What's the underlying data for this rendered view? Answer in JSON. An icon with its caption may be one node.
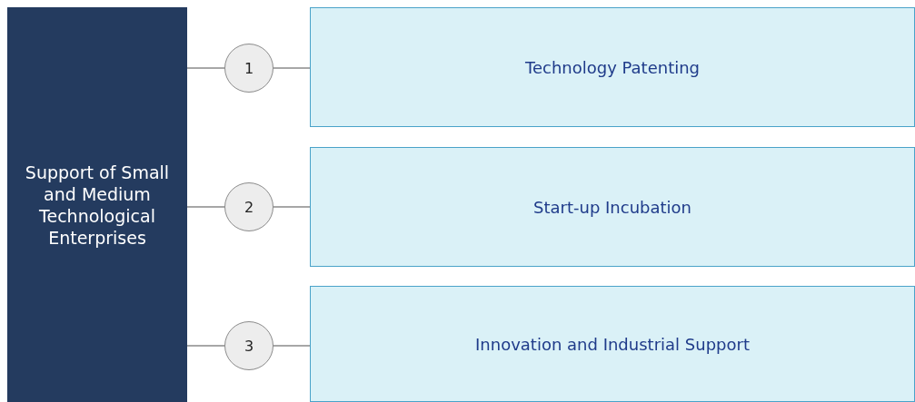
{
  "diagram": {
    "nodes": [
      {
        "text": [
          "Support of Small and Medium Technological Enterprises"
        ]
      },
      {
        "text": [
          "1"
        ]
      },
      {
        "text": [
          "Technology Patenting"
        ]
      },
      {
        "text": [
          "2"
        ]
      },
      {
        "text": [
          "Start-up Incubation"
        ]
      },
      {
        "text": [
          "3"
        ]
      },
      {
        "text": [
          "Innovation and Industrial Support"
        ]
      }
    ],
    "edges": [
      {
        "from": 0,
        "to": 1,
        "arrow": "none"
      },
      {
        "from": 1,
        "to": 2,
        "arrow": "none"
      },
      {
        "from": 0,
        "to": 3,
        "arrow": "none"
      },
      {
        "from": 3,
        "to": 4,
        "arrow": "none"
      },
      {
        "from": 0,
        "to": 5,
        "arrow": "none"
      },
      {
        "from": 5,
        "to": 6,
        "arrow": "none"
      }
    ]
  }
}
